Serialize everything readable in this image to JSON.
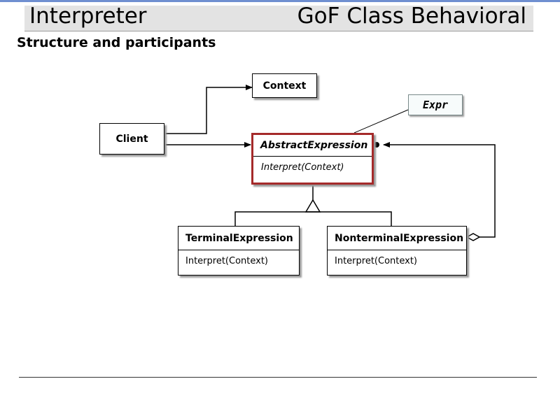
{
  "header": {
    "title_left": "Interpreter",
    "title_right": "GoF Class Behavioral"
  },
  "subtitle": "Structure and participants",
  "diagram": {
    "context": {
      "name": "Context"
    },
    "client": {
      "name": "Client"
    },
    "note": {
      "text": "Expr"
    },
    "abstract_expression": {
      "name": "AbstractExpression",
      "operation": "Interpret(Context)"
    },
    "terminal_expression": {
      "name": "TerminalExpression",
      "operation": "Interpret(Context)"
    },
    "nonterminal_expression": {
      "name": "NonterminalExpression",
      "operation": "Interpret(Context)"
    },
    "colors": {
      "highlight_border": "#a52a2a",
      "title_bar": "#e3e3e3",
      "top_rule": "#6f8fd0"
    }
  }
}
